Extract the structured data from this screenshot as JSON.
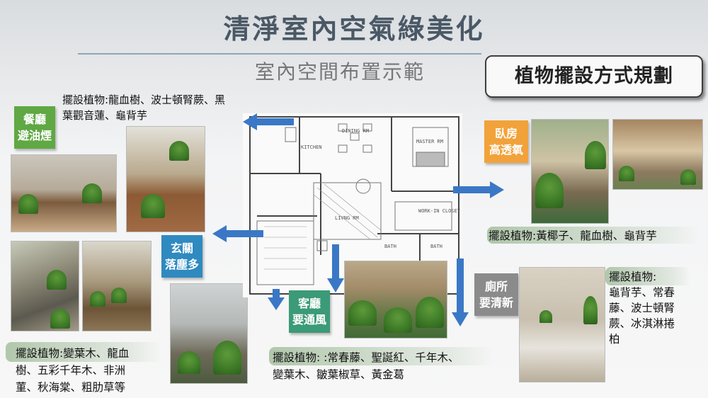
{
  "title": "清淨室內空氣綠美化",
  "subtitle": "室內空間布置示範",
  "plan_button_label": "植物擺設方式規劃",
  "colors": {
    "title": "#4a5866",
    "arrow": "#3a78c6",
    "tag_green": "#5fa843",
    "tag_orange": "#f2a23a",
    "tag_blue": "#2f8ac0",
    "tag_teal": "#3b9a78",
    "tag_gray": "#8b8b8b"
  },
  "areas": {
    "dining": {
      "tag": [
        "餐廳",
        "避油煙"
      ],
      "plants_line1": "擺設植物:龍血樹、波士頓腎蕨、黑",
      "plants_line2": "葉觀音蓮、龜背芋"
    },
    "bedroom": {
      "tag": [
        "臥房",
        "高透氧"
      ],
      "plants": "擺設植物:黃椰子、龍血樹、龜背芋"
    },
    "entrance": {
      "tag": [
        "玄關",
        "落塵多"
      ],
      "plants_line1": "擺設植物:變葉木、龍血",
      "plants_line2": "樹、五彩千年木、非洲",
      "plants_line3": "菫、秋海棠、粗肋草等"
    },
    "living": {
      "tag": [
        "客廳",
        "要通風"
      ],
      "plants_line1": "擺設植物: :常春藤、聖誕紅、千年木、",
      "plants_line2": "變葉木、皺葉椒草、黃金葛"
    },
    "bathroom": {
      "tag": [
        "廁所",
        "要清新"
      ],
      "plants_line1": "擺設植物:",
      "plants_line2": "龜背芋、常春",
      "plants_line3": "藤、波士頓腎",
      "plants_line4": "蕨、冰淇淋捲",
      "plants_line5": "柏"
    }
  },
  "floor_plan": {
    "rooms": {
      "dining": "DINING RM",
      "kitchen": "KITCHEN",
      "master": "MASTER RM",
      "living": "LIVNG RM",
      "closet": "WORK-IN CLOSET",
      "bath1": "BATH",
      "bath2": "BATH"
    }
  },
  "icons": [
    "arrow-left-icon",
    "arrow-right-icon",
    "arrow-down-icon"
  ]
}
